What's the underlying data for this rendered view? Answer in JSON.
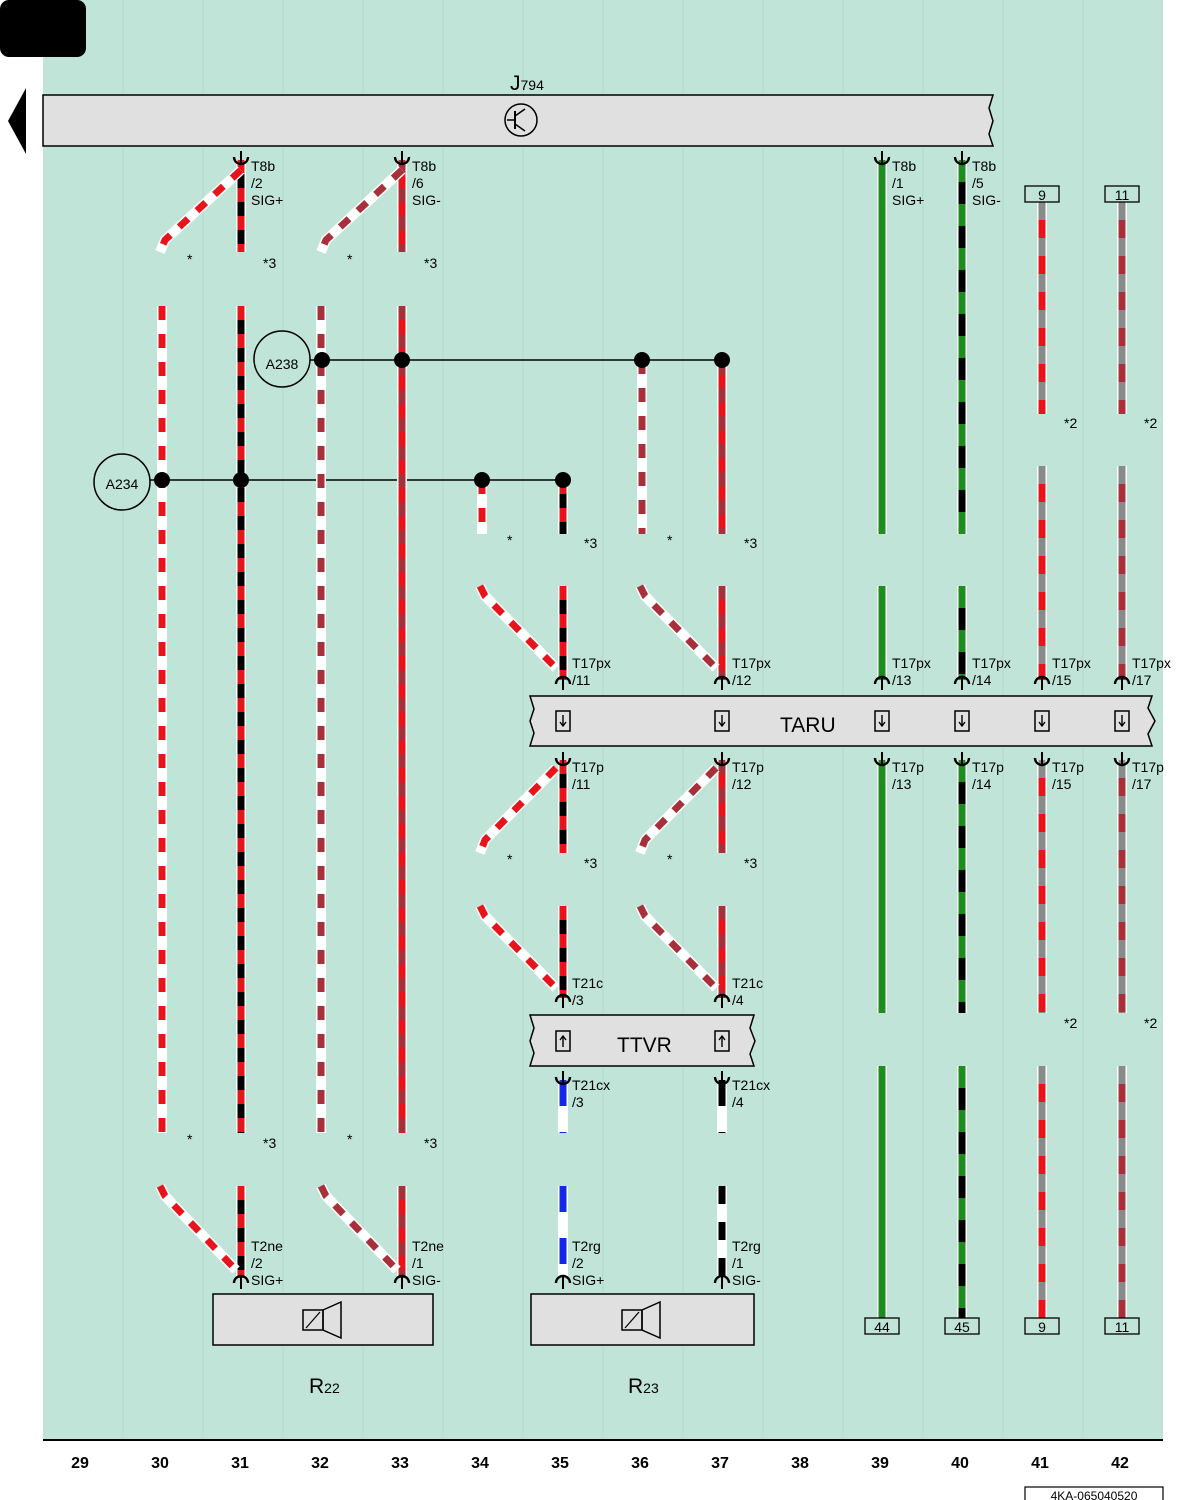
{
  "page": {
    "drawing_ref": "4KA-065040520",
    "columns": [
      "29",
      "30",
      "31",
      "32",
      "33",
      "34",
      "35",
      "36",
      "37",
      "38",
      "39",
      "40",
      "41",
      "42"
    ]
  },
  "components": {
    "J794": {
      "letter": "J",
      "sub": "794"
    },
    "R22": {
      "letter": "R",
      "sub": "22"
    },
    "R23": {
      "letter": "R",
      "sub": "23"
    },
    "TARU": "TARU",
    "TTVR": "TTVR",
    "A234": "A234",
    "A238": "A238"
  },
  "pins": {
    "t8b_2": [
      "T8b",
      "/2",
      "SIG+"
    ],
    "t8b_6": [
      "T8b",
      "/6",
      "SIG-"
    ],
    "t8b_1": [
      "T8b",
      "/1",
      "SIG+"
    ],
    "t8b_5": [
      "T8b",
      "/5",
      "SIG-"
    ],
    "t17px_11": [
      "T17px",
      "/11"
    ],
    "t17px_12": [
      "T17px",
      "/12"
    ],
    "t17px_13": [
      "T17px",
      "/13"
    ],
    "t17px_14": [
      "T17px",
      "/14"
    ],
    "t17px_15": [
      "T17px",
      "/15"
    ],
    "t17px_17": [
      "T17px",
      "/17"
    ],
    "t17p_11": [
      "T17p",
      "/11"
    ],
    "t17p_12": [
      "T17p",
      "/12"
    ],
    "t17p_13": [
      "T17p",
      "/13"
    ],
    "t17p_14": [
      "T17p",
      "/14"
    ],
    "t17p_15": [
      "T17p",
      "/15"
    ],
    "t17p_17": [
      "T17p",
      "/17"
    ],
    "t21c_3": [
      "T21c",
      "/3"
    ],
    "t21c_4": [
      "T21c",
      "/4"
    ],
    "t21cx_3": [
      "T21cx",
      "/3"
    ],
    "t21cx_4": [
      "T21cx",
      "/4"
    ],
    "t2ne_2": [
      "T2ne",
      "/2",
      "SIG+"
    ],
    "t2ne_1": [
      "T2ne",
      "/1",
      "SIG-"
    ],
    "t2rg_2": [
      "T2rg",
      "/2",
      "SIG+"
    ],
    "t2rg_1": [
      "T2rg",
      "/1",
      "SIG-"
    ]
  },
  "refs": {
    "box_9_top": "9",
    "box_11_top": "11",
    "box_44": "44",
    "box_45": "45",
    "box_9_bottom": "9",
    "box_11_bottom": "11"
  },
  "notes": {
    "star": "*",
    "star3": "*3",
    "star2": "*2"
  },
  "colors": {
    "background": "#c0e4d8",
    "module_fill": "#e0e0e0",
    "red": "#e8141c",
    "dark_red": "#a8303a",
    "black": "#000000",
    "white": "#ffffff",
    "green": "#1f8c1f",
    "grey": "#8a8a8a",
    "blue": "#1428e6"
  }
}
